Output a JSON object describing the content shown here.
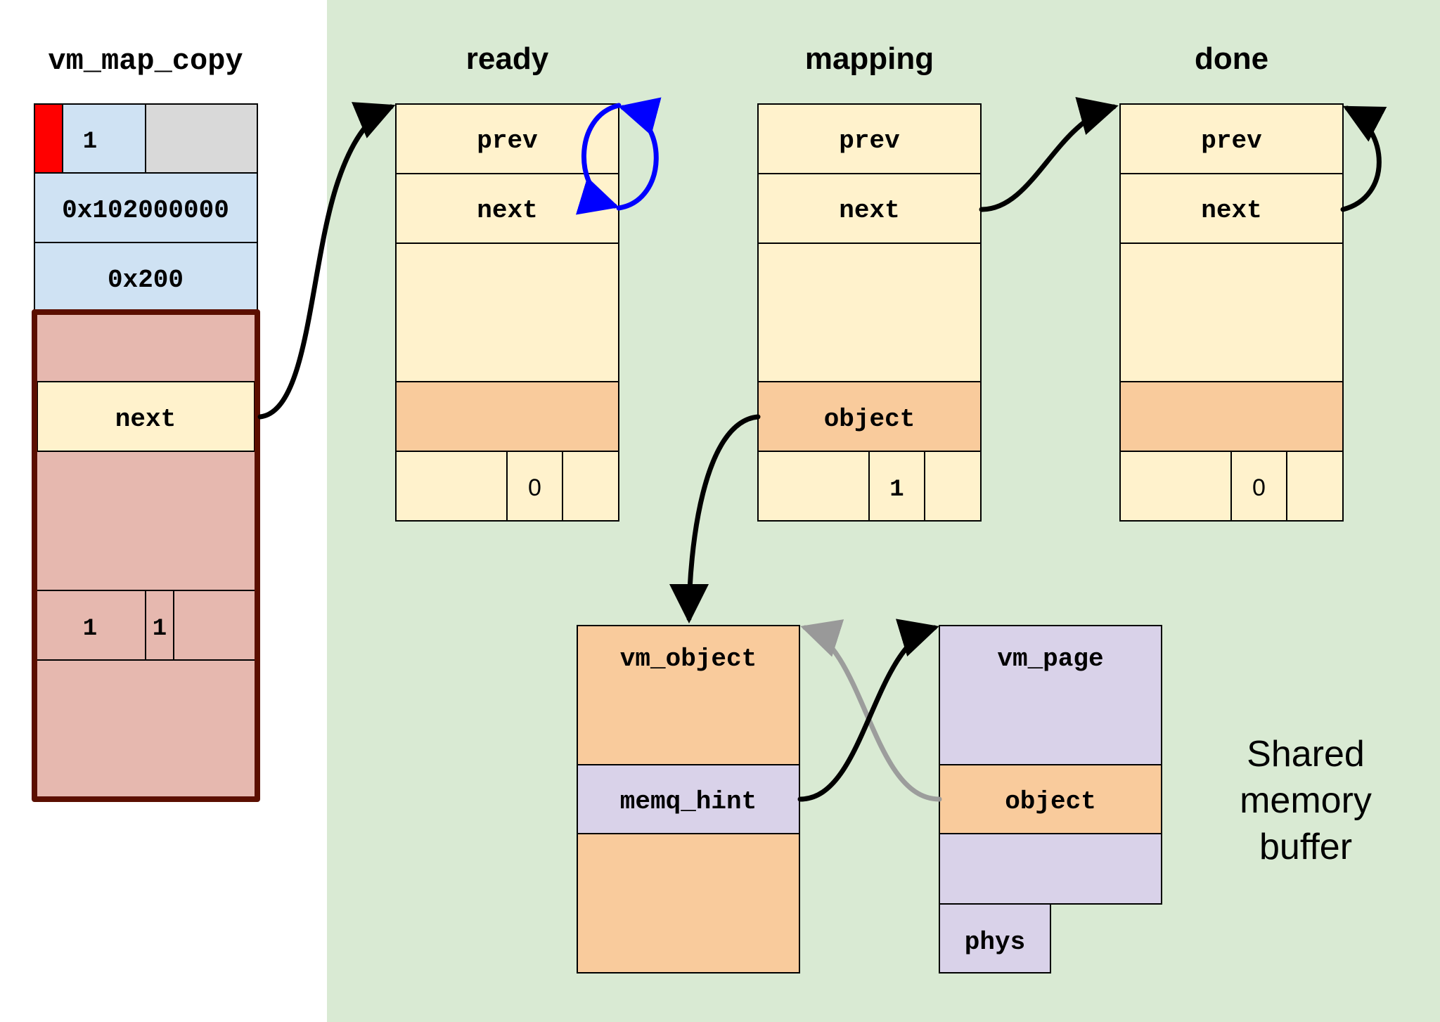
{
  "colors": {
    "background_left": "#ffffff",
    "shared_region": "#d9ead3",
    "header_red": "#ff0000",
    "header_blue": "#cfe2f3",
    "header_gray": "#d9d9d9",
    "copy_body": "#e6b8af",
    "copy_border": "#5b0f00",
    "entry_cream": "#fff2cc",
    "object_orange": "#f9cb9c",
    "page_lavender": "#d9d2e9",
    "pointer_black": "#000000",
    "pointer_blue": "#0000ff",
    "pointer_gray": "#999999"
  },
  "vm_map_copy": {
    "title": "vm_map_copy",
    "type_value": "1",
    "offset": "0x102000000",
    "size": "0x200",
    "next_label": "next",
    "flag_a": "1",
    "flag_b": "1"
  },
  "lists": [
    {
      "title": "ready",
      "prev": "prev",
      "next": "next",
      "object": "",
      "count": "0"
    },
    {
      "title": "mapping",
      "prev": "prev",
      "next": "next",
      "object": "object",
      "count": "1"
    },
    {
      "title": "done",
      "prev": "prev",
      "next": "next",
      "object": "",
      "count": "0"
    }
  ],
  "vm_object": {
    "title": "vm_object",
    "memq_hint": "memq_hint"
  },
  "vm_page": {
    "title": "vm_page",
    "object": "object",
    "phys": "phys"
  },
  "region_label": [
    "Shared",
    "memory",
    "buffer"
  ],
  "pointers": [
    {
      "from": "vm_map_copy.next",
      "to": "ready",
      "color": "black"
    },
    {
      "from": "ready.prev",
      "to": "ready",
      "color": "blue"
    },
    {
      "from": "ready.next",
      "to": "ready",
      "color": "blue"
    },
    {
      "from": "mapping.next",
      "to": "done",
      "color": "black"
    },
    {
      "from": "done.next",
      "to": "done",
      "color": "black"
    },
    {
      "from": "mapping.object",
      "to": "vm_object",
      "color": "black"
    },
    {
      "from": "vm_object.memq_hint",
      "to": "vm_page",
      "color": "black"
    },
    {
      "from": "vm_page.object",
      "to": "vm_object",
      "color": "gray"
    }
  ]
}
